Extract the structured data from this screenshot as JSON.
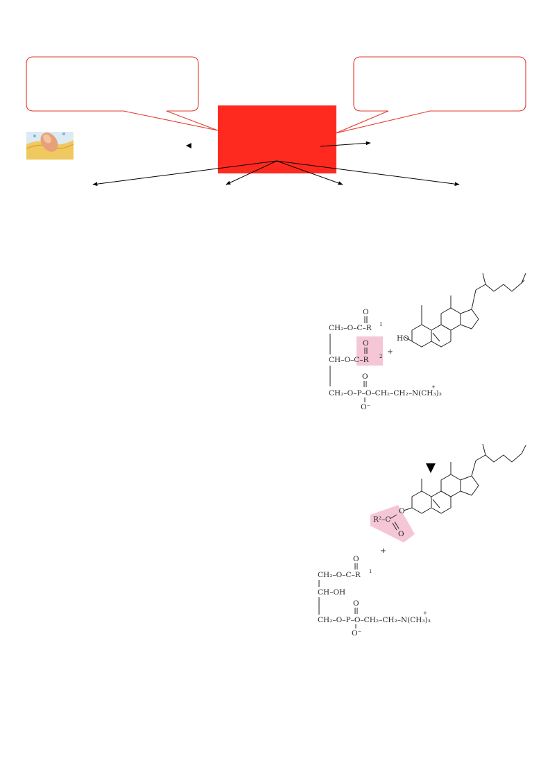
{
  "colors": {
    "callout_border": "#e23a2a",
    "center_box_fill": "#ff2a1f",
    "highlight_pink": "#f4c6d6",
    "arrow": "#000000"
  },
  "icons": {
    "cell_membrane": "cell-membrane-icon",
    "down_triangle": "down-triangle-icon"
  },
  "reaction": {
    "top": {
      "r1_group": "CH₂–O–C–R",
      "r1_sup": "1",
      "r2_group": "CH–O–C–R",
      "r2_sup": "2",
      "phosphate_group": "CH₂–O–P–O–CH₂–CH₂–N(CH₃)₃",
      "carbonyl_o": "O",
      "phosphate_o_top": "O",
      "phosphate_o_bottom": "O⁻",
      "n_plus": "+",
      "plus_sign": "+",
      "cholesterol_ho": "HO"
    },
    "bottom": {
      "ester_group": "R²–C",
      "ester_o": "O",
      "ester_o_double": "O",
      "plus_sign": "+",
      "r1_group": "CH₂–O–C–R",
      "r1_sup": "1",
      "oh_group": "CH–OH",
      "phosphate_group": "CH₂–O–P–O–CH₂–CH₂–N(CH₃)₃",
      "carbonyl_o": "O",
      "phosphate_o_top": "O",
      "phosphate_o_bottom": "O⁻",
      "n_plus": "+"
    }
  }
}
